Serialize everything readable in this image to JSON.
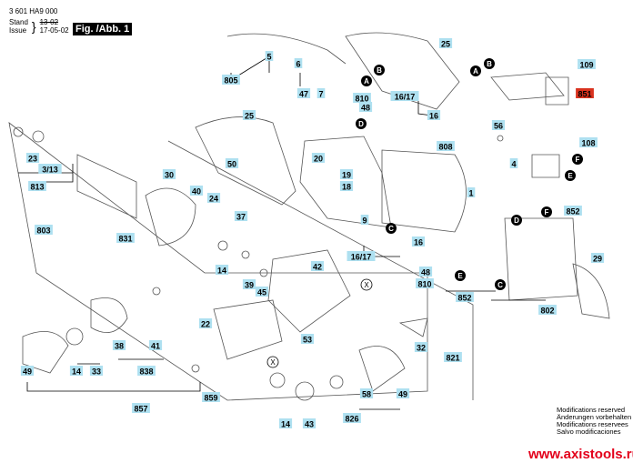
{
  "header": {
    "part_number": "3 601 HA9 000",
    "stand_label": "Stand",
    "issue_label": "Issue",
    "stand_old": "13-02",
    "issue_date": "17-05-02",
    "figure": "Fig. /Abb. 1"
  },
  "colors": {
    "label_bg": "#aee0f0",
    "highlight_bg": "#d9321e",
    "site": "#e3001b"
  },
  "labels": [
    "5",
    "805",
    "6",
    "47",
    "7",
    "25",
    "109",
    "851",
    "810",
    "48",
    "16/17",
    "16",
    "56",
    "108",
    "808",
    "4",
    "1",
    "852",
    "25",
    "50",
    "20",
    "19",
    "18",
    "23",
    "3/13",
    "813",
    "30",
    "40",
    "24",
    "37",
    "803",
    "831",
    "14",
    "39",
    "45",
    "9",
    "16",
    "16/17",
    "48",
    "810",
    "42",
    "852",
    "802",
    "29",
    "22",
    "53",
    "32",
    "38",
    "41",
    "49",
    "14",
    "33",
    "838",
    "859",
    "857",
    "58",
    "49",
    "821",
    "826",
    "14",
    "43"
  ],
  "highlighted_label": "851",
  "callouts": [
    "A",
    "B",
    "D",
    "A",
    "B",
    "F",
    "E",
    "F",
    "D",
    "C",
    "E",
    "C"
  ],
  "x_marks": [
    "X",
    "X"
  ],
  "footer": {
    "modifications": [
      "Modifications reserved",
      "Änderungen vorbehalten",
      "Modifications reservees",
      "Salvo modificaciones"
    ],
    "website": "www.axistools.ru"
  }
}
